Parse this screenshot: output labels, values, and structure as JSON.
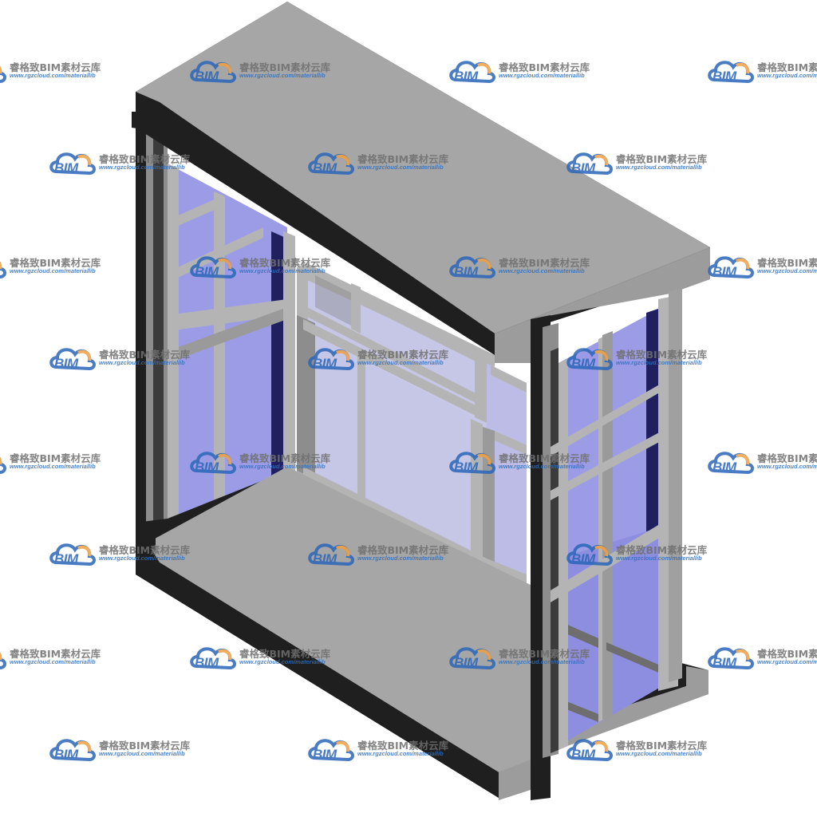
{
  "watermark": {
    "logo_text": "BIM",
    "title": "睿格致BIM素材云库",
    "url": "www.rgzcloud.com/materiallib"
  },
  "colors": {
    "concrete_top": "#a6a6a6",
    "concrete_side": "#1f1f1f",
    "concrete_face": "#9c9c9c",
    "frame": "#b4b4b4",
    "frame_dark": "#6e6e6e",
    "glass": "#9c9ce6",
    "glass_light": "#c6c6e6",
    "glass_dark": "#202060",
    "logo_blue": "#2a66b8",
    "logo_orange": "#f0a040"
  }
}
